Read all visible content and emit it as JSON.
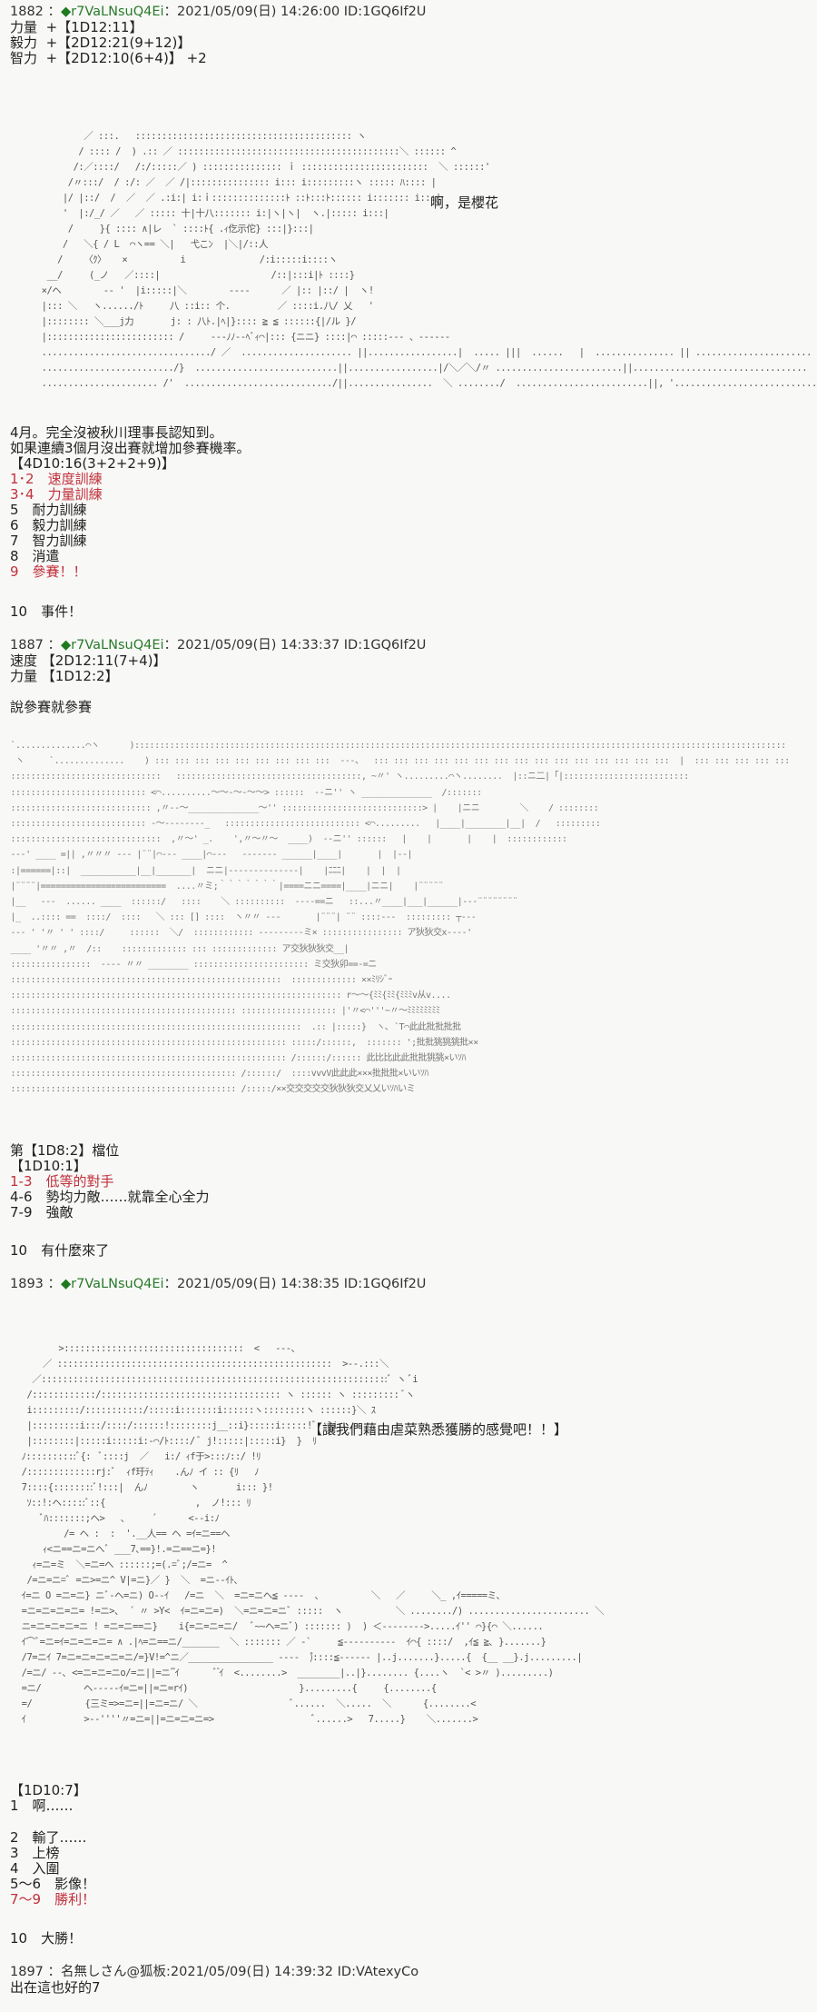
{
  "posts": [
    {
      "header": {
        "num": "1882",
        "sep": "：",
        "diamond": "◆",
        "trip": "r7VaLNsuQ4Ei",
        "date": "：2021/05/09(日) 14:26:00 ID:1GQ6If2U"
      },
      "stats": [
        {
          "label": "力量",
          "value": "+【1D12:11】"
        },
        {
          "label": "毅力",
          "value": "+【2D12:21(9+12)】"
        },
        {
          "label": "智力",
          "value": "+【2D12:10(6+4)】 +2"
        }
      ],
      "speech": "啊，是櫻花",
      "aa": "          ／ :::.   ::::::::::::::::::::::::::::::::::::::::: ヽ\n         / :::: /  ) .:: ／ ::::::::::::::::::::::::::::::::::::::::::＼ :::::: ^\n        /:／::::/   /:/:::::／ ) ::::::::::::::: ｉ ::::::::::::::::::::::::  ＼ ::::::'\n       /〃:::/  / :/: ／  ／ /|::::::::::::::: i::: i:::::::::ヽ ::::: ﾊ:::: |\n      |/ |::/  /  ／  ／ .:i:| i:ｉ::::::::::::::ﾄ ::ﾄ:::ﾄ:::::: i::::::: i:::|\n      '  |:/_/ ／   ／ ::::: 十|十八::::::: i:|ヽ|ヽ|  ヽ.|::::: i:::|\n       /     }{ :::: ∧|レ  ` ::::ﾄ{ .ｨ仡示佗} :::|}:::|\n      /   ＼{ / L  ⌒ヽ== ＼|   弋こﾝ  |＼|/::人\n     /    〈ｸ〉   ×          i              /:i:::::i::::ヽ\n   __/     (_ノ   ／::::|                     /::|:::i|ﾄ ::::}\n  ×/ヘ        -- '  |i:::::|＼        ----      ／ |:: |::/ |  ヽ!\n  |::: ＼   ヽ....../ﾄ     八 ::i:: 个.         ／ ::::i.八/ 乂   '\n  |:::::::: ＼___j力       j: : 八ﾄ.|ﾍ|}:::: ≧ ≦ ::::::{|/ル }/\n  |:::::::::::::::::::::::: /     ---ﾉﾉ--ﾍﾞｨ⌒|::: {ニニ} ::::|⌒ :::::--- 、------\n  ................................/ ／  ..................... ||.................|  ..... |||  ......   |  ............... || ...................... ＼\n  ........................./}  ...........................||.................|/＼／＼/〃 ........................||.................................\n  ...................... /'  ............................/||................  ＼ ......../  .........................||, '..............................",
      "instructions": [
        {
          "text": "4月。完全沒被秋川理事長認知到。",
          "red": false
        },
        {
          "text": "如果連續3個月沒出賽就增加參賽機率。",
          "red": false
        },
        {
          "text": "【4D10:16(3+2+2+9)】",
          "red": false
        },
        {
          "text": "1･2　速度訓練",
          "red": true
        },
        {
          "text": "3･4　力量訓練",
          "red": true
        },
        {
          "text": "5　耐力訓練",
          "red": false
        },
        {
          "text": "6　毅力訓練",
          "red": false
        },
        {
          "text": "7　智力訓練",
          "red": false
        },
        {
          "text": "8　消遣",
          "red": false
        },
        {
          "text": "9　參賽！！",
          "red": true
        },
        {
          "text": "",
          "red": false
        },
        {
          "text": "10　事件！",
          "red": false
        }
      ]
    },
    {
      "header": {
        "num": "1887",
        "sep": "：",
        "diamond": "◆",
        "trip": "r7VaLNsuQ4Ei",
        "date": "：2021/05/09(日) 14:33:37 ID:1GQ6If2U"
      },
      "stats": [
        {
          "label": "速度",
          "value": "【2D12:11(7+4)】"
        },
        {
          "label": "力量",
          "value": "【1D12:2】"
        }
      ],
      "intro": "說參賽就參賽",
      "aa": " `..............⌒ヽ      )::::::::::::::::::::::::::::::::::::::::::::::::::::::::::::::::::::::::::::::::::::::::::::::::::::::::::::::::::::::::::::::::::\n  ヽ     `..............    ) ::: ::: ::: ::: ::: ::: ::: ::: :::  ---、  ::: ::: ::: ::: ::: ::: ::: ::: ::: ::: ::: ::: ::: ::: :::  |  ::: ::: ::: ::: :::\n ::::::::::::::::::::::::::::::   :::::::::::::::::::::::::::::::::::::, ~〃' ヽ.........⌒ヽ........  |::ニ二|「|:::::::::::::::::::::::::\n ::::::::::::::::::::::::::: <⌒..........～～-～-～～> ::::::  --ニ'' ヽ ______________  /:::::::\n :::::::::::::::::::::::::::: ,〃--～______________～'' ::::::::::::::::::::::::::::> |    |ニニ        ＼    / ::::::::\n ::::::::::::::::::::::::::: -～--------_   ::::::::::::::::::::::::::: <⌒.........   |____|________|__|  /   :::::::::\n ::::::::::::::::::::::::::::::  ,〃～' _.    ',〃～〃～  ____)  --ニ'' ::::::   |    |       |    |  ::::::::::::\n ---' ____ =|| ,〃〃〃 --- |¨¨|⌒--- ____|⌒---   ------- ______|____|       |  |--|\n :|======|::|  ___________|__|_______|  ニニ|--------------|    |ﾆﾆﾆ|    |  |  |\n |¨¨¨¨|=========================  ....〃ミ;｀｀｀｀｀｀｀|====ニニ====|____|ニニ|    |¨¨¨¨¨\n |__   ---  ...... ____  ::::::/   ::::    ＼ ::::::::::  ----==ニ   ::...〃____|___|______|---¨¨¨¨¨¨¨¨\n |_  ..:::: ==  ::::/  ::::   ＼ ::: [] ::::  ヽ〃〃 ---       |¨¨¨| ¨¨ ::::---  ::::::::: ┬---\n --- ' '〃 ' ' ::::/     ::::::  ＼/  :::::::::::: ---------ミ× :::::::::::::::: ア狄狄交x----'\n ____ '〃〃 ,〃  /::    ::::::::::::: ::: ::::::::::::: ア交狄狄狄交__|\n ::::::::::::::::  ---- 〃〃 ________ ::::::::::::::::::::::: ミ交狄卯==-=ニ\n ::::::::::::::::::::::::::::::::::::::::::::::::::::::  ::::::::::::: ××ﾐﾘｼﾞｰ\n :::::::::::::::::::::::::::::::::::::::::::::::::::::::::::::::::: r～～{ﾐﾐ{ﾐﾐ{ﾐﾐﾐv从v....\n ::::::::::::::::::::::::::::::::::::::::::::: ::::::::::::::::::: |'〃<⌒'''~〃～ﾐﾐﾐﾐﾐﾐﾐﾐ\n ::::::::::::::::::::::::::::::::::::::::::::::::::::::::::  .:: |:::::}  ヽ､ `T⌒此此批批批批\n ::::::::::::::::::::::::::::::::::::::::::::::::::::::: :::::/::::::,  ::::::: ';批批狣狣狣批××\n ::::::::::::::::::::::::::::::::::::::::::::::::::::::: /::::::/:::::: 此比比此此批批狣狣×いｿﾊ\n ::::::::::::::::::::::::::::::::::::::::::::: /::::::/  ::::vvvV此此此×××批批批×いいｿﾊ\n ::::::::::::::::::::::::::::::::::::::::::::: /:::::/××交交交交交狄狄狄交乂乂いｿﾊいミ",
      "instructions": [
        {
          "text": "第【1D8:2】檔位",
          "red": false
        },
        {
          "text": "【1D10:1】",
          "red": false
        },
        {
          "text": "1-3　低等的對手",
          "red": true
        },
        {
          "text": "4-6　勢均力敵……就靠全心全力",
          "red": false
        },
        {
          "text": "7-9　強敵",
          "red": false
        },
        {
          "text": "",
          "red": false
        },
        {
          "text": "10　有什麼來了",
          "red": false
        }
      ]
    },
    {
      "header": {
        "num": "1893",
        "sep": "：",
        "diamond": "◆",
        "trip": "r7VaLNsuQ4Ei",
        "date": "：2021/05/09(日) 14:38:35 ID:1GQ6If2U"
      },
      "speech": "【讓我們藉由虐菜熟悉獲勝的感覺吧！！】",
      "aa": "         >::::::::::::::::::::::::::::::::::  <   ---、\n      ／ ::::::::::::::::::::::::::::::::::::::::::::::::::::  >--.:::＼\n    ／::::::::::::::::::::::::::::::::::::::::::::::::::::::::::::::::::ﾞ ヽ ﾞi\n   /::::::::::::/:::::::::::::::::::::::::::::::::: ヽ :::::: ヽ ::::::::: ﾞヽ\n   i:::::::::/:::::::::::/:::::i:::::::i::::::ヽ::::::::ヽ ::::::}＼ ｽ\n   |:::::::::i:::/::::/::::::!::::::::j__::i}:::::i:::::!ﾞ  }i\n   |::::::::|:::::i:::::i:-⌒/ﾄ::::/ ﾞ j!:::::|:::::i}  }  ﾘ\n  ﾉ::::::::::ﾞ{:  ﾞ::::j  ／   i:/ ｨf于>:::ﾉ::/ !ﾘ\n  /:::::::::::::rj:ﾞ  ｨf玗ﾃｨ    .んﾉ イ :: {ﾘ   ﾉ\n  7::::{::::::::ﾞ!:::|  んﾉ        ヽ       i::: }!\n   ｿ::!:ヘ:::::ﾞ::{                 ,  ノ!::: ﾘ\n      ﾞﾊ:::::::;ヘ>   ､     ´      <--i:ﾉ\n          /= ヘ :  :  '.__人== ヘ =ｲ=ニ==ヘ\n      ｨ<ニ==ニ=ニへﾞ ___7､==}!.=ニ==ニ=}!\n    ｨ=ニ=ミ  ＼=ニ=へ ::::::;=(.=ﾞ;/=ニ=  ^\n   /=ニ=ニ=ﾞ =ニ>=ニ^ V|=ニ}／ }  ＼  =ニ--ｲﾄ､\n  ｲ=ニ O =ニ=ニ} ニﾞ-ヘ=ニ) O--ｲ   /=ニ  ＼  =ニ=ニヘ≦ ----  、         ＼   ／     ＼_ ,ｲ=====ミ､\n  =ニ=ニ=ニ=ニ= !=ニ>、 ´ 〃 >Y<  ｲ=ニ=ニ=)  ＼=ニ=ニ=ニﾞ :::::  ヽ          ＼ ......../) ....................... ＼\n  ニ=ニ=ニ=ニ=ニ ! =ニ=ニ==ニ}    i{=ニ=ニ=ニ/   ﾞ~~ヘ=ニﾞ) ::::::: )  ) ＜-------->.....ｲ'' ⌒}{⌒ ＼......\n  ｲ⌒ﾞ=ニ=ｲ=ニ=ニ=ニ= ∧ .|ﾍ=ニ==ニ/_______  ＼ ::::::: ／ -`     ≦----------  ｲ⌒{ ::::/  ,ｲ≦ ≧､ }.......}\n  /7=ニｲ 7=ニ=ニ=ニ=ニ=ニ/=}V!=^ニ／________________ ----  )゙::::≦------ |..j.......}.....{  {__ __}.j.........|\n  /=ニ/ --､ <=ニ=ニ=ニo/=ニ||=ニﾞ゙ｲ       ﾞ ゙ｲ  <........>  ________|..|}........ {....ヽ  `< >〃 ).........)\n  =ニ/        ヘ-----ｲ=ニ=||=ニ=rｲ)                     }.........{     {........{\n  =/          {三ミ=>=ニ=||=ニ=ニ/ ＼                  ﾞ......  ＼.....  ＼      {........<\n  ｲ           >--''''〃=ニ=||=ニ=ニ=ニ=>                   ﾞ......>   7.....}    ＼.......>",
      "instructions": [
        {
          "text": "【1D10:7】",
          "red": false
        },
        {
          "text": "1　啊……",
          "red": false
        },
        {
          "text": "",
          "red": false
        },
        {
          "text": "2　輸了……",
          "red": false
        },
        {
          "text": "3　上榜",
          "red": false
        },
        {
          "text": "4　入圍",
          "red": false
        },
        {
          "text": "5～6　影像！",
          "red": false
        },
        {
          "text": "7～9　勝利！",
          "red": true
        },
        {
          "text": "",
          "red": false
        },
        {
          "text": "10　大勝！",
          "red": false
        }
      ]
    },
    {
      "header": {
        "num": "1897",
        "sep": "：",
        "name": "名無しさん@狐板",
        "date": ":2021/05/09(日) 14:39:32 ID:VAtexyCo"
      },
      "body": "出在這也好的7"
    }
  ]
}
